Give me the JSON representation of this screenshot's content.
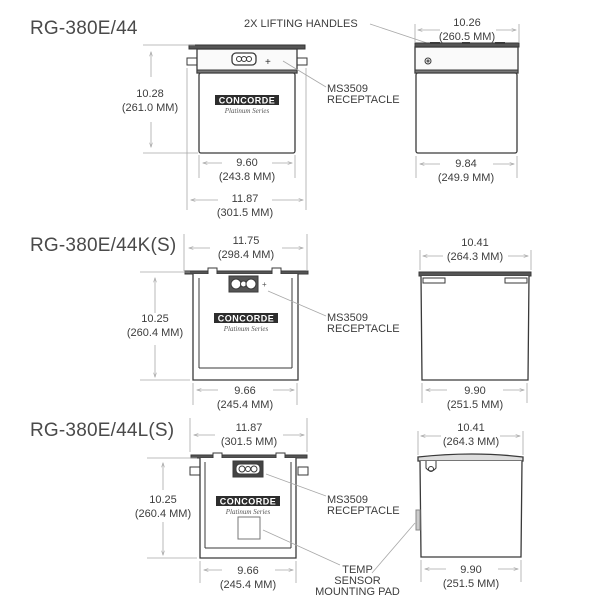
{
  "callouts": {
    "lifting_handles": "2X LIFTING HANDLES",
    "receptacle_line1": "MS3509",
    "receptacle_line2": "RECEPTACLE",
    "temp_line1": "TEMP",
    "temp_line2": "SENSOR",
    "temp_line3": "MOUNTING PAD"
  },
  "logo": {
    "brand": "CONCORDE",
    "series": "Platinum Series"
  },
  "models": [
    {
      "name": "RG-380E/44",
      "height_in": "10.28",
      "height_mm": "(261.0 MM)",
      "front_bottom_in": "9.60",
      "front_bottom_mm": "(243.8 MM)",
      "front_overall_in": "11.87",
      "front_overall_mm": "(301.5 MM)",
      "side_top_in": "10.26",
      "side_top_mm": "(260.5 MM)",
      "side_bottom_in": "9.84",
      "side_bottom_mm": "(249.9 MM)"
    },
    {
      "name": "RG-380E/44K(S)",
      "height_in": "10.25",
      "height_mm": "(260.4 MM)",
      "front_top_in": "11.75",
      "front_top_mm": "(298.4 MM)",
      "front_bottom_in": "9.66",
      "front_bottom_mm": "(245.4 MM)",
      "side_top_in": "10.41",
      "side_top_mm": "(264.3 MM)",
      "side_bottom_in": "9.90",
      "side_bottom_mm": "(251.5 MM)"
    },
    {
      "name": "RG-380E/44L(S)",
      "height_in": "10.25",
      "height_mm": "(260.4 MM)",
      "front_top_in": "11.87",
      "front_top_mm": "(301.5 MM)",
      "front_bottom_in": "9.66",
      "front_bottom_mm": "(245.4 MM)",
      "side_top_in": "10.41",
      "side_top_mm": "(264.3 MM)",
      "side_bottom_in": "9.90",
      "side_bottom_mm": "(251.5 MM)"
    }
  ],
  "colors": {
    "line": "#3a3a3a",
    "dim_line": "#a8a8a8",
    "text": "#3d3d3d"
  }
}
